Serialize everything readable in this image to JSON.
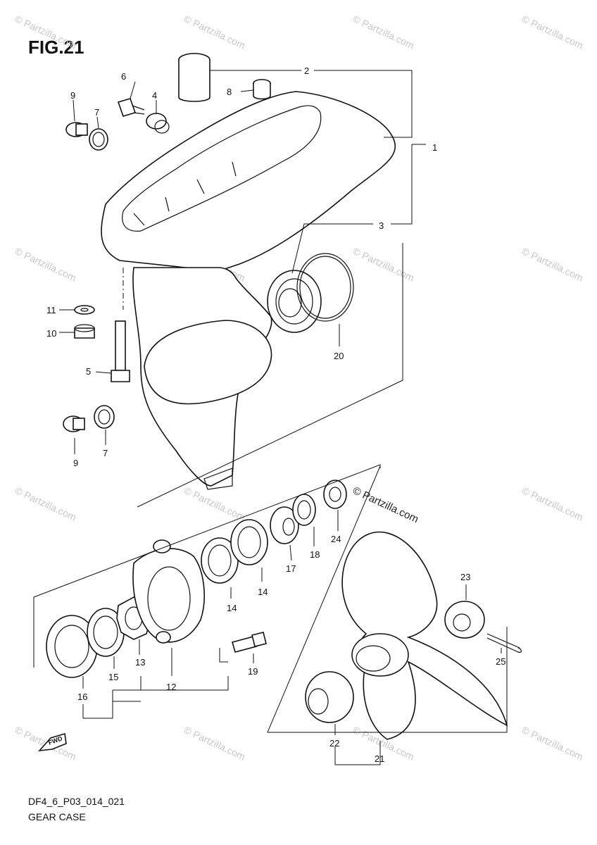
{
  "figure": {
    "title": "FIG.21",
    "code": "DF4_6_P03_014_021",
    "name": "GEAR CASE",
    "copyright": "© Partzilla.com",
    "fwd_label": "FWD",
    "watermark_text": "© Partzilla.com"
  },
  "callouts": [
    "1",
    "2",
    "3",
    "4",
    "5",
    "6",
    "7",
    "7",
    "8",
    "9",
    "9",
    "10",
    "11",
    "12",
    "13",
    "14",
    "14",
    "15",
    "16",
    "17",
    "18",
    "19",
    "20",
    "21",
    "22",
    "23",
    "24",
    "25"
  ],
  "colors": {
    "line": "#111111",
    "watermark": "#c8c8c8",
    "background": "#ffffff"
  }
}
